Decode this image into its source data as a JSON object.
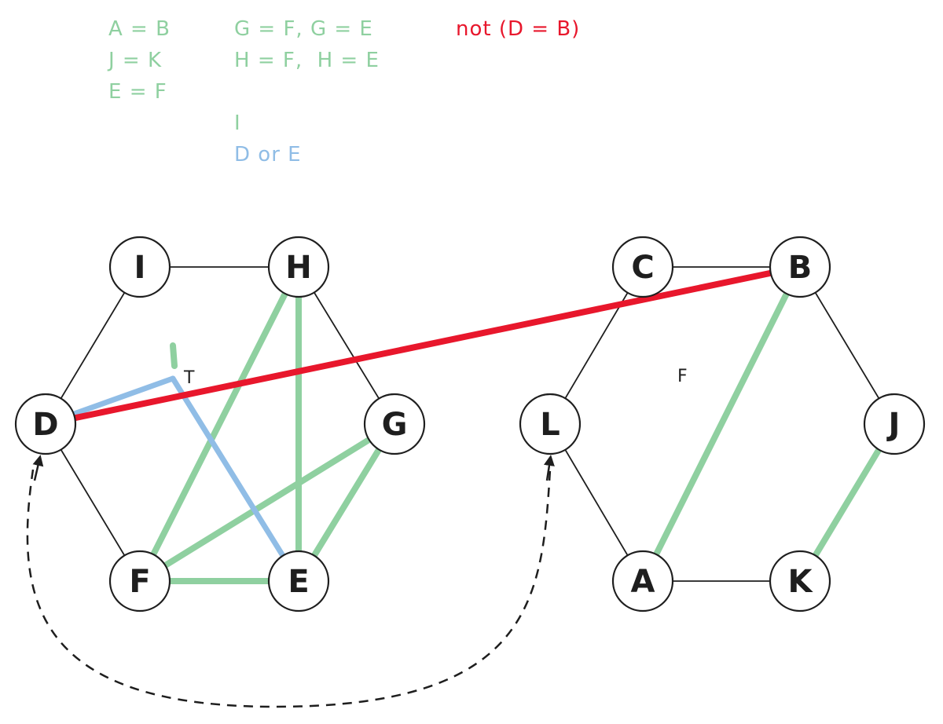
{
  "constraints": {
    "col1": [
      "A = B",
      "J = K",
      "E = F"
    ],
    "col2": [
      "G = F, G = E",
      "H = F,  H = E"
    ],
    "col2_single": "I",
    "col2_choice": "D or E",
    "negation": "not (D = B)"
  },
  "annotations": {
    "t_label": "T",
    "f_label": "F"
  },
  "nodes": [
    {
      "id": "I"
    },
    {
      "id": "H"
    },
    {
      "id": "G"
    },
    {
      "id": "E"
    },
    {
      "id": "F"
    },
    {
      "id": "D"
    },
    {
      "id": "C"
    },
    {
      "id": "B"
    },
    {
      "id": "J"
    },
    {
      "id": "K"
    },
    {
      "id": "A"
    },
    {
      "id": "L"
    }
  ],
  "edges_black": [
    [
      "I",
      "H"
    ],
    [
      "H",
      "G"
    ],
    [
      "G",
      "E"
    ],
    [
      "E",
      "F"
    ],
    [
      "F",
      "D"
    ],
    [
      "D",
      "I"
    ],
    [
      "C",
      "B"
    ],
    [
      "B",
      "J"
    ],
    [
      "J",
      "K"
    ],
    [
      "K",
      "A"
    ],
    [
      "A",
      "L"
    ],
    [
      "L",
      "C"
    ]
  ],
  "edges_green": [
    [
      "H",
      "F"
    ],
    [
      "H",
      "E"
    ],
    [
      "G",
      "F"
    ],
    [
      "G",
      "E"
    ],
    [
      "F",
      "E"
    ],
    [
      "B",
      "A"
    ],
    [
      "J",
      "K"
    ]
  ],
  "edges_blue": [
    [
      "D",
      "T"
    ],
    [
      "T",
      "E"
    ]
  ],
  "edges_red": [
    [
      "D",
      "B"
    ]
  ],
  "colors": {
    "green": "#8fd0a0",
    "blue": "#90bde6",
    "red": "#e8172c",
    "black": "#1e1e1e"
  }
}
